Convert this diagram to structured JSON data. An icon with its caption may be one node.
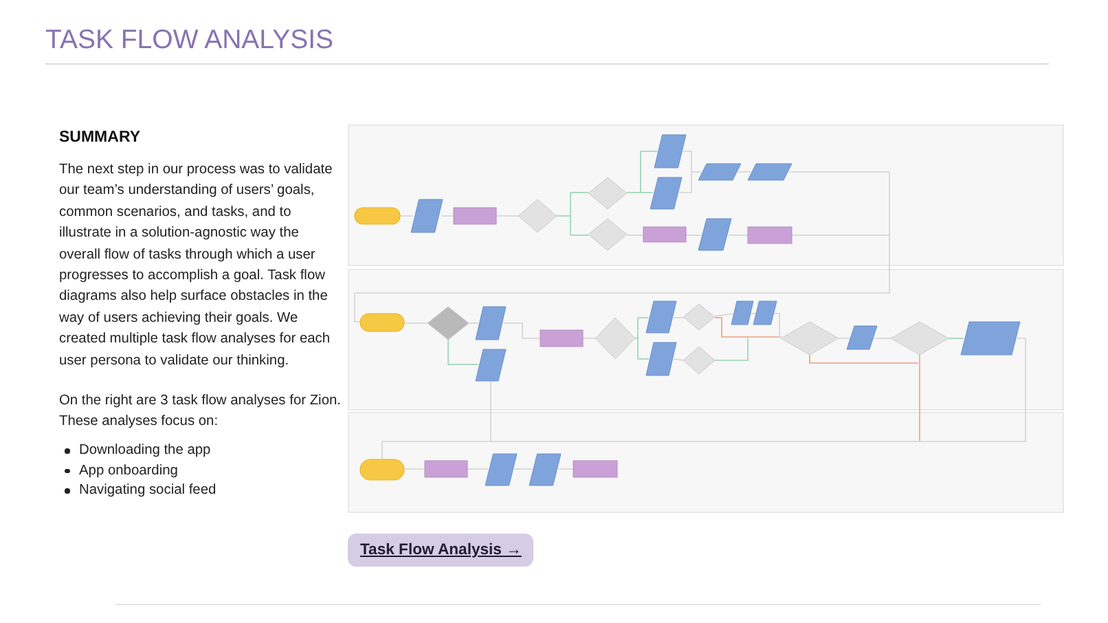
{
  "diagram": {
    "title": "TASK FLOW ANALYSIS",
    "labels": [
      "SUMMARY",
      "The next step in our process was to validate our team’s understanding of users’ goals, common scenarios, and tasks, and to illustrate in a solution-agnostic way the overall flow of tasks through which a user progresses to accomplish a goal. Task flow diagrams also help surface obstacles in the way of users achieving their goals. We created multiple task flow analyses for each user persona to validate our thinking.",
      "On the right are 3 task flow analyses for Zion. These analyses focus on:",
      "Downloading the app",
      "App onboarding",
      "Navigating social feed",
      "Task Flow Analysis →"
    ]
  }
}
